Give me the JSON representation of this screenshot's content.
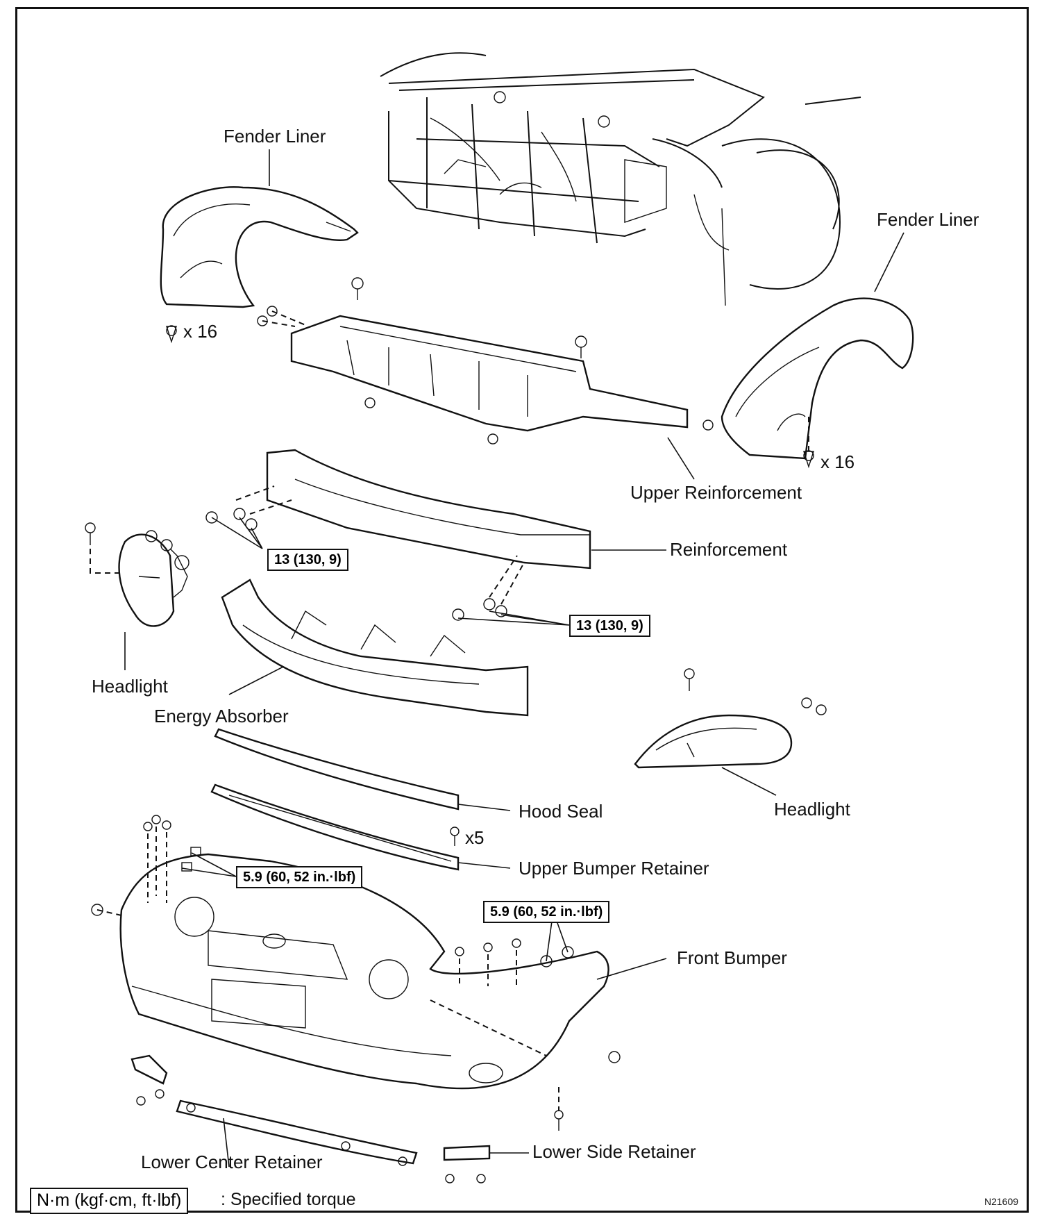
{
  "labels": {
    "fender_liner_left": "Fender Liner",
    "fender_liner_right": "Fender Liner",
    "upper_reinforcement": "Upper Reinforcement",
    "reinforcement": "Reinforcement",
    "headlight_left": "Headlight",
    "headlight_right": "Headlight",
    "energy_absorber": "Energy Absorber",
    "hood_seal": "Hood Seal",
    "upper_bumper_retainer": "Upper Bumper Retainer",
    "front_bumper": "Front Bumper",
    "lower_center_retainer": "Lower Center Retainer",
    "lower_side_retainer": "Lower Side Retainer"
  },
  "quantities": {
    "left_liner_clips": "x 16",
    "right_liner_clips": "x 16",
    "retainer_screws": "x5"
  },
  "torque_specs": {
    "reinforcement_left": "13 (130, 9)",
    "reinforcement_right": "13 (130, 9)",
    "bumper_left": "5.9 (60, 52 in.·lbf)",
    "bumper_right": "5.9 (60, 52 in.·lbf)"
  },
  "legend": {
    "unit_box": "N·m (kgf·cm, ft·lbf)",
    "description": ": Specified torque"
  },
  "figure_code": "N21609"
}
